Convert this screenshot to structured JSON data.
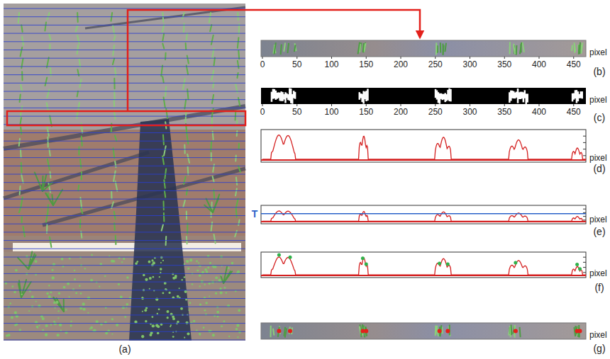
{
  "diagram": {
    "labels": [
      "0",
      "50",
      "100",
      "150",
      "200",
      "250",
      "300",
      "350",
      "400",
      "450",
      "pixel",
      "(b)",
      "0",
      "50",
      "100",
      "150",
      "200",
      "250",
      "300",
      "350",
      "400",
      "450",
      "pixel",
      "(c)",
      "pixel",
      "(d)",
      "T",
      "pixel",
      "(e)",
      "pixel",
      "(f)",
      "pixel",
      "(g)",
      "(a)"
    ]
  }
}
